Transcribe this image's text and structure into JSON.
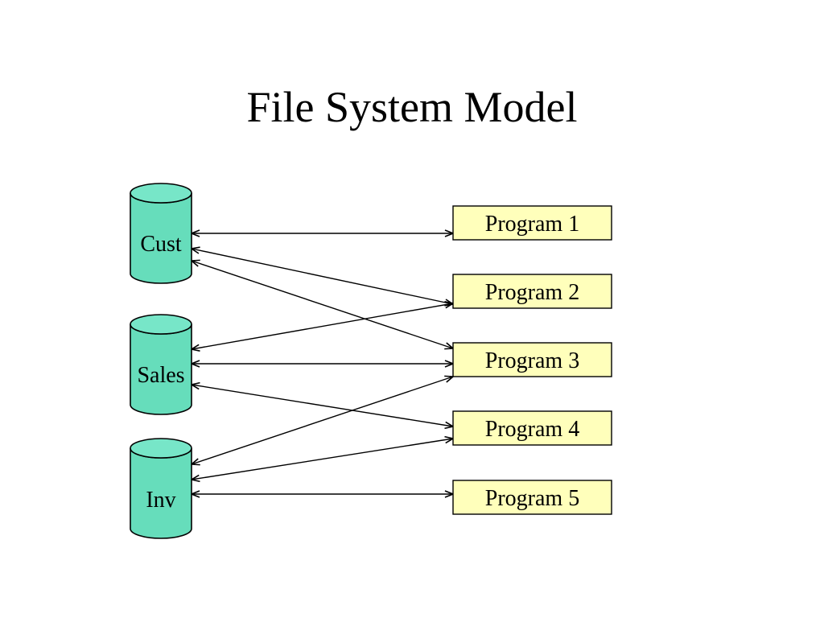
{
  "title": "File System Model",
  "colors": {
    "database_fill": "#66ddbb",
    "database_top": "#77e6c8",
    "program_fill": "#ffffbb",
    "stroke": "#000000"
  },
  "databases": [
    {
      "id": "cust",
      "label": "Cust"
    },
    {
      "id": "sales",
      "label": "Sales"
    },
    {
      "id": "inv",
      "label": "Inv"
    }
  ],
  "programs": [
    {
      "id": "p1",
      "label": "Program 1"
    },
    {
      "id": "p2",
      "label": "Program 2"
    },
    {
      "id": "p3",
      "label": "Program 3"
    },
    {
      "id": "p4",
      "label": "Program 4"
    },
    {
      "id": "p5",
      "label": "Program 5"
    }
  ],
  "connections": [
    {
      "from": "cust",
      "to": "p1"
    },
    {
      "from": "cust",
      "to": "p2"
    },
    {
      "from": "cust",
      "to": "p3"
    },
    {
      "from": "sales",
      "to": "p2"
    },
    {
      "from": "sales",
      "to": "p3"
    },
    {
      "from": "sales",
      "to": "p4"
    },
    {
      "from": "inv",
      "to": "p3"
    },
    {
      "from": "inv",
      "to": "p4"
    },
    {
      "from": "inv",
      "to": "p5"
    }
  ]
}
